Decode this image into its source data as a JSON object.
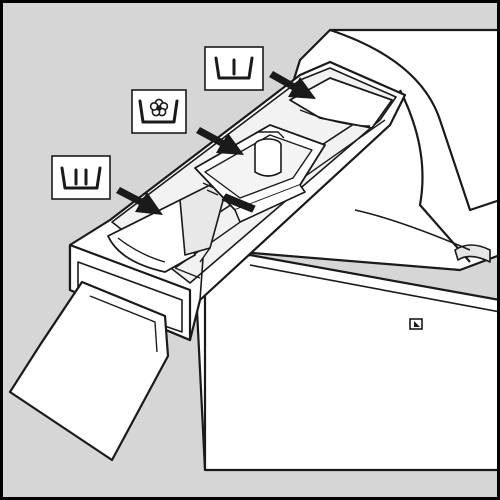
{
  "colors": {
    "background_wall": "#d6d6d6",
    "line": "#1a1a1a",
    "fill_white": "#ffffff",
    "fill_light": "#ececec",
    "arrow": "#1a1a1a",
    "border": "#000000"
  },
  "compartments": [
    {
      "id": "prewash",
      "icon": "wash-tub-one-bar-icon",
      "symbol_bars": 1
    },
    {
      "id": "softener",
      "icon": "fabric-softener-flower-icon",
      "symbol_bars": 0
    },
    {
      "id": "main-wash",
      "icon": "wash-tub-two-bars-icon",
      "symbol_bars": 2
    }
  ],
  "machine_badge": {
    "icon": "indicator-marker-icon"
  }
}
